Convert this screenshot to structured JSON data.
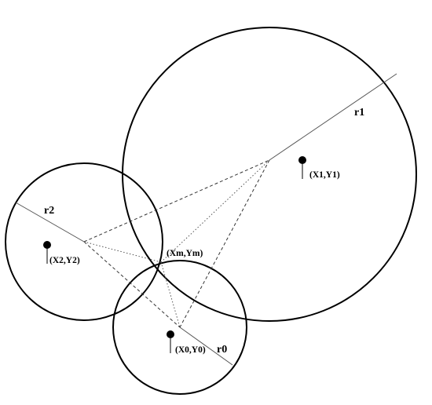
{
  "labels": {
    "r1": "r1",
    "r2": "r2",
    "r0": "r0",
    "p1": "(X1,Y1)",
    "p2": "(X2,Y2)",
    "p0": "(X0,Y0)",
    "pm": "(Xm,Ym)"
  }
}
